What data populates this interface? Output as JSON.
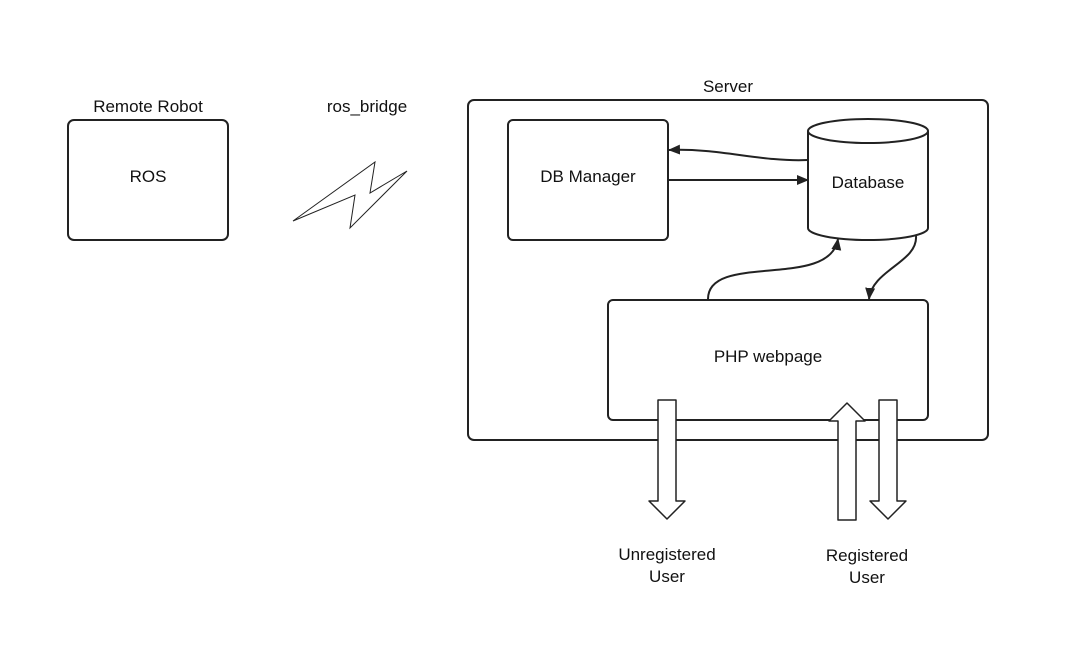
{
  "diagram": {
    "remote_robot": {
      "title": "Remote Robot",
      "node_label": "ROS"
    },
    "link": {
      "label": "ros_bridge",
      "icon": "lightning-bolt-icon"
    },
    "server": {
      "title": "Server",
      "db_manager": "DB Manager",
      "database": "Database",
      "php_webpage": "PHP webpage"
    },
    "users": {
      "unregistered": {
        "line1": "Unregistered",
        "line2": "User"
      },
      "registered": {
        "line1": "Registered",
        "line2": "User"
      }
    },
    "colors": {
      "stroke": "#222222",
      "background": "#ffffff",
      "text": "#111111"
    }
  }
}
